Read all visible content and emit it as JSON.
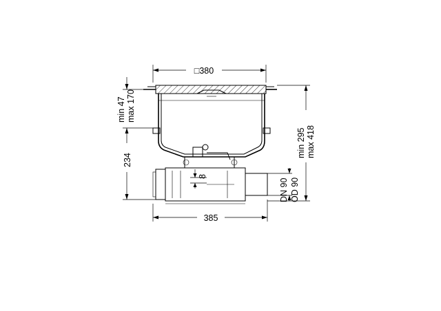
{
  "dimensions": {
    "top_width": "□380",
    "adjust_min": "min 47",
    "adjust_max": "max 170",
    "height_234": "234",
    "height_min": "min 295",
    "height_max": "max 418",
    "dn": "DN 90",
    "od": "OD 90",
    "offset": "8",
    "bottom_width": "385"
  }
}
